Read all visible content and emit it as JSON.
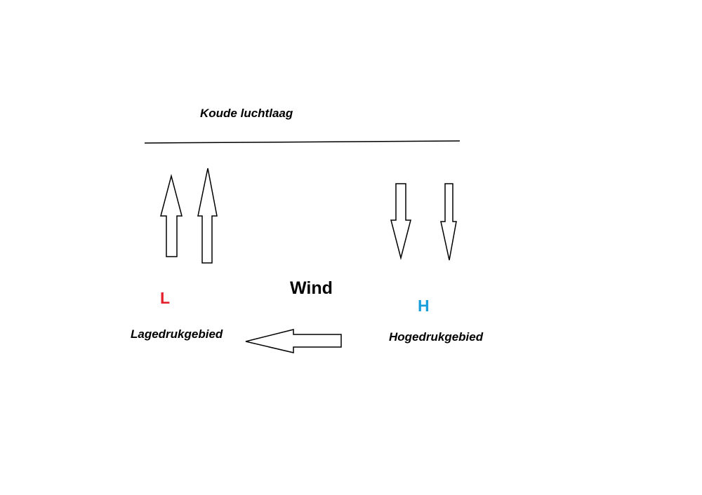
{
  "labels": {
    "cold_layer": "Koude luchtlaag",
    "wind": "Wind",
    "low_symbol": "L",
    "high_symbol": "H",
    "low_area": "Lagedrukgebied",
    "high_area": "Hogedrukgebied"
  },
  "colors": {
    "low": "#e3202b",
    "high": "#1a9fdc"
  }
}
